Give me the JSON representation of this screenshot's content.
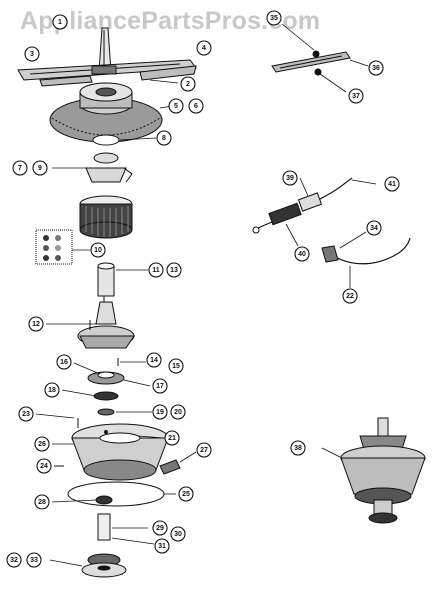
{
  "watermark": "AppliancePartsPros.com",
  "callouts": [
    {
      "id": "c1",
      "label": "1"
    },
    {
      "id": "c2",
      "label": "2"
    },
    {
      "id": "c3",
      "label": "3"
    },
    {
      "id": "c4",
      "label": "4"
    },
    {
      "id": "c5",
      "label": "5"
    },
    {
      "id": "c6",
      "label": "6"
    },
    {
      "id": "c7",
      "label": "7"
    },
    {
      "id": "c8",
      "label": "8"
    },
    {
      "id": "c9",
      "label": "9"
    },
    {
      "id": "c10",
      "label": "10"
    },
    {
      "id": "c11",
      "label": "11"
    },
    {
      "id": "c12",
      "label": "12"
    },
    {
      "id": "c13",
      "label": "13"
    },
    {
      "id": "c14",
      "label": "14"
    },
    {
      "id": "c15",
      "label": "15"
    },
    {
      "id": "c16",
      "label": "16"
    },
    {
      "id": "c17",
      "label": "17"
    },
    {
      "id": "c18",
      "label": "18"
    },
    {
      "id": "c19",
      "label": "19"
    },
    {
      "id": "c20",
      "label": "20"
    },
    {
      "id": "c21",
      "label": "21"
    },
    {
      "id": "c22",
      "label": "22"
    },
    {
      "id": "c23",
      "label": "23"
    },
    {
      "id": "c24",
      "label": "24"
    },
    {
      "id": "c25",
      "label": "25"
    },
    {
      "id": "c26",
      "label": "26"
    },
    {
      "id": "c27",
      "label": "27"
    },
    {
      "id": "c28",
      "label": "28"
    },
    {
      "id": "c29",
      "label": "29"
    },
    {
      "id": "c30",
      "label": "30"
    },
    {
      "id": "c31",
      "label": "31"
    },
    {
      "id": "c32",
      "label": "32"
    },
    {
      "id": "c33",
      "label": "33"
    },
    {
      "id": "c34",
      "label": "34"
    },
    {
      "id": "c35",
      "label": "35"
    },
    {
      "id": "c36",
      "label": "36"
    },
    {
      "id": "c37",
      "label": "37"
    },
    {
      "id": "c38",
      "label": "38"
    },
    {
      "id": "c39",
      "label": "39"
    },
    {
      "id": "c40",
      "label": "40"
    },
    {
      "id": "c41",
      "label": "41"
    }
  ]
}
